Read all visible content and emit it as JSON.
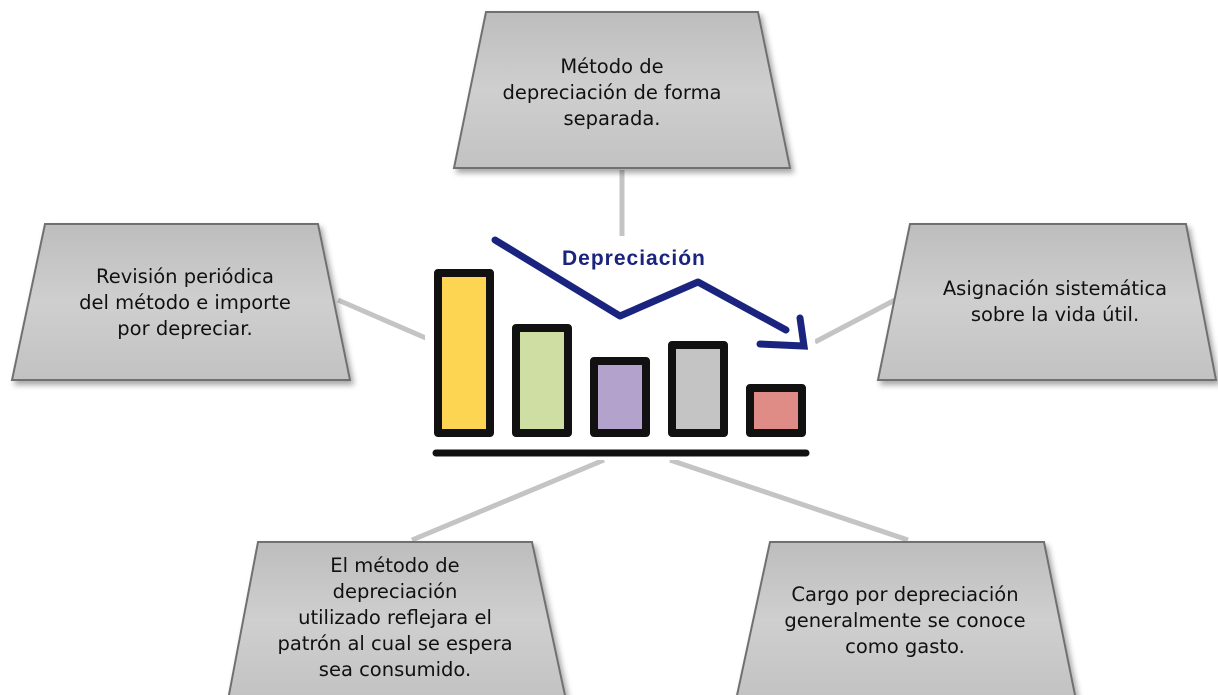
{
  "nodes": {
    "top": "Método de\ndepreciación de forma\nseparada.",
    "left": "Revisión periódica\ndel método  e importe\npor depreciar.",
    "right": "Asignación sistemática\nsobre la vida útil.",
    "bottom_left": "El método de\ndepreciación\nutilizado reflejara el\npatrón al cual se espera\nsea consumido.",
    "bottom_right": "Cargo por depreciación\ngeneralmente se conoce\ncomo gasto."
  },
  "center_image": {
    "title": "Depreciación",
    "title_color": "#1a237e",
    "bars": [
      {
        "value": 160,
        "color": "#fdd553"
      },
      {
        "value": 105,
        "color": "#cfdfa3"
      },
      {
        "value": 72,
        "color": "#b3a3cc"
      },
      {
        "value": 88,
        "color": "#c4c4c4"
      },
      {
        "value": 45,
        "color": "#e08c86"
      }
    ],
    "arrow_color": "#1a237e"
  },
  "colors": {
    "box_fill": "#c7c7c7",
    "box_stroke": "#707070",
    "connector": "#c4c4c4"
  }
}
